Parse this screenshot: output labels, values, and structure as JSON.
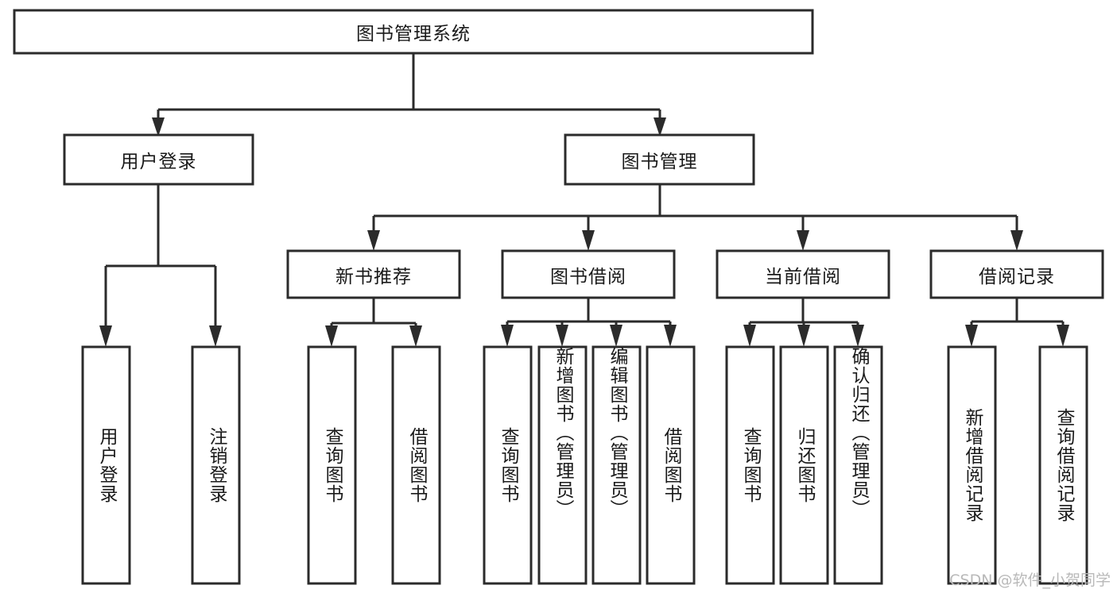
{
  "diagram": {
    "type": "tree-hierarchy",
    "title": "图书管理系统",
    "watermark": "CSDN @软件_小贺同学",
    "root": {
      "id": "root",
      "label": "图书管理系统",
      "orientation": "horizontal"
    },
    "level2": [
      {
        "id": "user-login",
        "label": "用户登录",
        "orientation": "horizontal"
      },
      {
        "id": "book-management",
        "label": "图书管理",
        "orientation": "horizontal"
      }
    ],
    "level3": [
      {
        "id": "new-book-recommend",
        "label": "新书推荐",
        "orientation": "horizontal",
        "parent": "book-management"
      },
      {
        "id": "book-borrow",
        "label": "图书借阅",
        "orientation": "horizontal",
        "parent": "book-management"
      },
      {
        "id": "current-borrow",
        "label": "当前借阅",
        "orientation": "horizontal",
        "parent": "book-management"
      },
      {
        "id": "borrow-record",
        "label": "借阅记录",
        "orientation": "horizontal",
        "parent": "book-management"
      }
    ],
    "leaves": [
      {
        "id": "leaf-user-login",
        "label": "用户登录",
        "orientation": "vertical",
        "parent": "user-login"
      },
      {
        "id": "leaf-logout-login",
        "label": "注销登录",
        "orientation": "vertical",
        "parent": "user-login"
      },
      {
        "id": "leaf-query-book-1",
        "label": "查询图书",
        "orientation": "vertical",
        "parent": "new-book-recommend"
      },
      {
        "id": "leaf-borrow-book-1",
        "label": "借阅图书",
        "orientation": "vertical",
        "parent": "new-book-recommend"
      },
      {
        "id": "leaf-query-book-2",
        "label": "查询图书",
        "orientation": "vertical",
        "parent": "book-borrow"
      },
      {
        "id": "leaf-add-book-admin",
        "label": "新增图书（管理员）",
        "orientation": "vertical",
        "parent": "book-borrow"
      },
      {
        "id": "leaf-edit-book-admin",
        "label": "编辑图书（管理员）",
        "orientation": "vertical",
        "parent": "book-borrow"
      },
      {
        "id": "leaf-borrow-book-2",
        "label": "借阅图书",
        "orientation": "vertical",
        "parent": "book-borrow"
      },
      {
        "id": "leaf-query-book-3",
        "label": "查询图书",
        "orientation": "vertical",
        "parent": "current-borrow"
      },
      {
        "id": "leaf-return-book",
        "label": "归还图书",
        "orientation": "vertical",
        "parent": "current-borrow"
      },
      {
        "id": "leaf-confirm-return-admin",
        "label": "确认归还（管理员）",
        "orientation": "vertical",
        "parent": "current-borrow"
      },
      {
        "id": "leaf-add-borrow-record",
        "label": "新增借阅记录",
        "orientation": "vertical",
        "parent": "borrow-record"
      },
      {
        "id": "leaf-query-borrow-record",
        "label": "查询借阅记录",
        "orientation": "vertical",
        "parent": "borrow-record"
      }
    ],
    "colors": {
      "stroke": "#2b2b2b",
      "fill": "#ffffff",
      "text": "#1a1a1a",
      "watermark": "#b9b9b9"
    }
  }
}
